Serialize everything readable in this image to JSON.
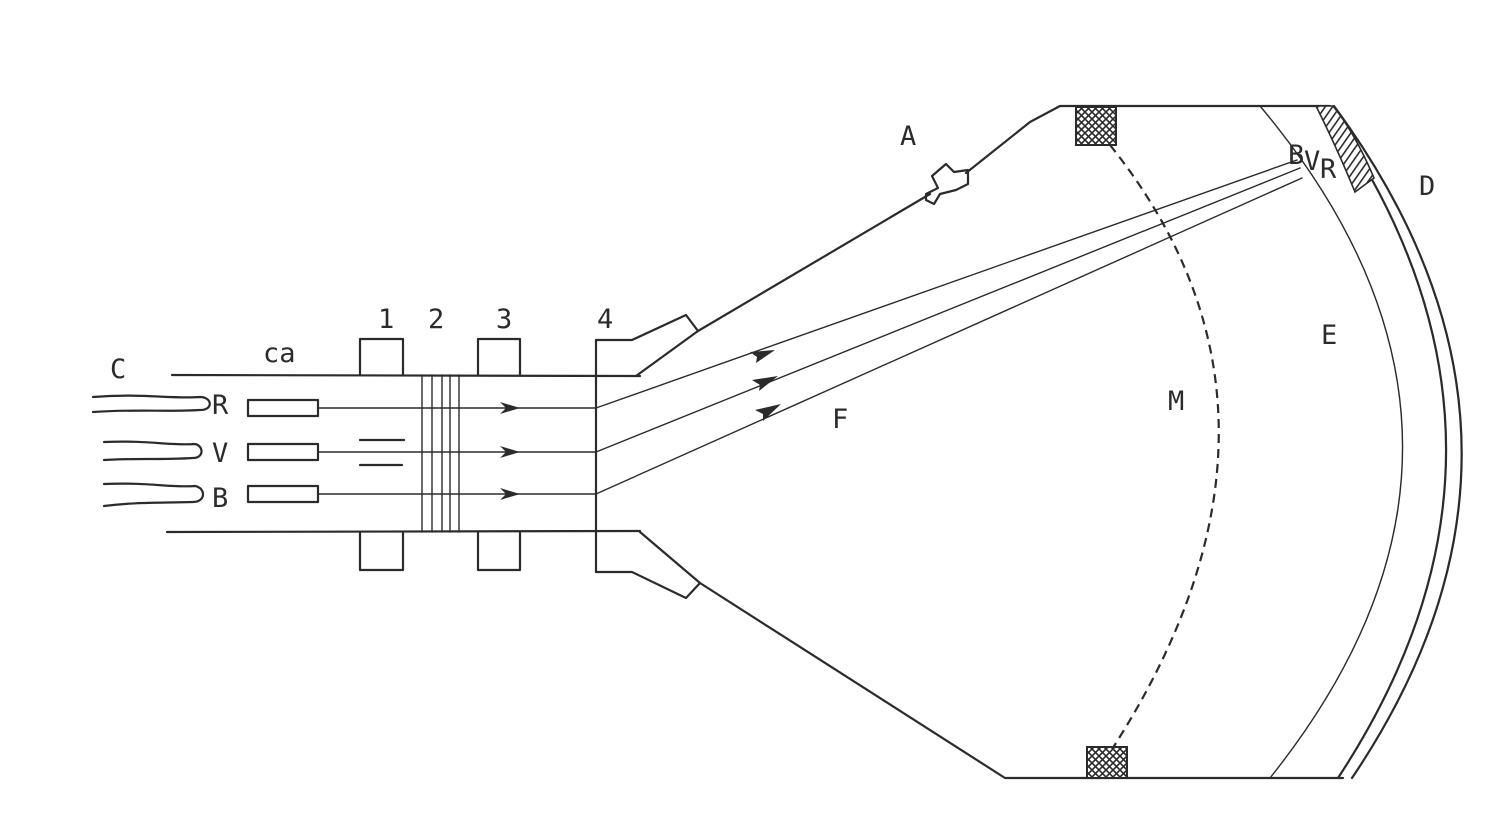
{
  "labels": {
    "C": "C",
    "ca": "ca",
    "n1": "1",
    "n2": "2",
    "n3": "3",
    "n4": "4",
    "R": "R",
    "V": "V",
    "B": "B",
    "A": "A",
    "F": "F",
    "M": "M",
    "E": "E",
    "D": "D",
    "screen_B": "B",
    "screen_V": "V",
    "screen_R": "R"
  },
  "colors": {
    "ink": "#2b2b2b",
    "paper": "#ffffff"
  }
}
